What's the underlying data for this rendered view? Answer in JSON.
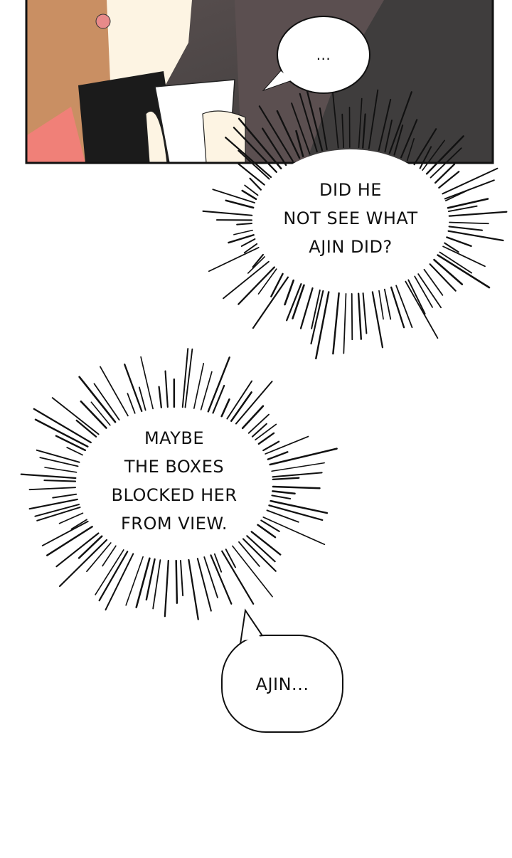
{
  "panel": {
    "bubble_top": "...",
    "colors": {
      "hair": "#c98f63",
      "skin": "#fdf4e3",
      "cup": "#ffffff",
      "background_dark": "#4a4646",
      "shirt": "#f08078",
      "border": "#111111"
    }
  },
  "thoughts": [
    {
      "lines": [
        "DID HE",
        "NOT SEE WHAT",
        "AJIN DID?"
      ]
    },
    {
      "lines": [
        "MAYBE",
        "THE BOXES",
        "BLOCKED HER",
        "FROM VIEW."
      ]
    }
  ],
  "speech": {
    "text": "AJIN..."
  }
}
